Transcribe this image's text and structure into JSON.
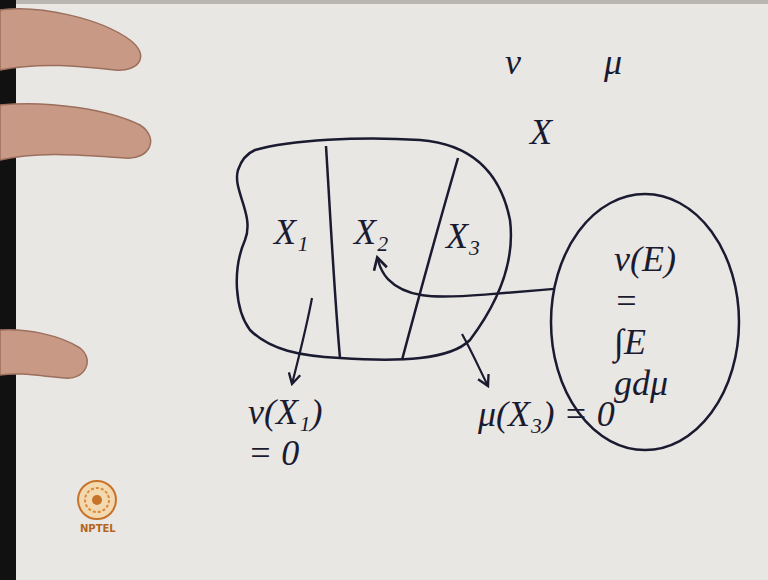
{
  "diagram": {
    "nodes": [
      {
        "text": [
          "X₁"
        ]
      },
      {
        "text": [
          "X₂"
        ]
      },
      {
        "text": [
          "X₃"
        ]
      },
      {
        "text": [
          "ν(E) = ∫E gdμ"
        ]
      }
    ],
    "edges": [
      {
        "from": 3,
        "to": 1,
        "arrow": "to"
      }
    ],
    "labels": [
      "ν",
      "μ",
      "X",
      "ν(X₁) = 0",
      "μ(X₃) = 0",
      "NPTEL"
    ]
  }
}
